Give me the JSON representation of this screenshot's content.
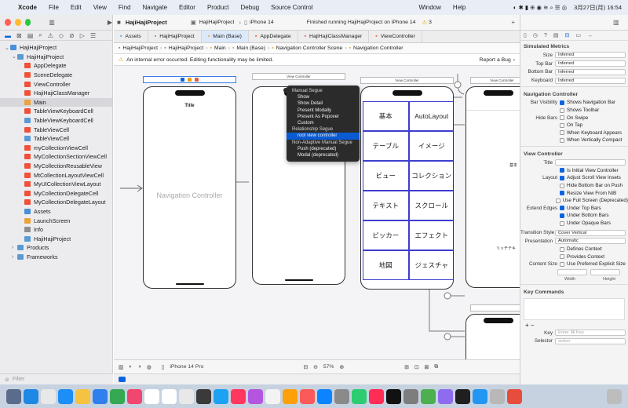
{
  "menubar": {
    "apple": "",
    "items": [
      "Xcode",
      "File",
      "Edit",
      "View",
      "Find",
      "Navigate",
      "Editor",
      "Product",
      "Debug",
      "Source Control",
      "Window",
      "Help"
    ],
    "date_time": "3月27日(月) 16:54"
  },
  "toolbar": {
    "project": "HajiHajiProject",
    "device": "iPhone 14",
    "status": "Finished running HajiHajiProject on iPhone 14",
    "warnings": "3"
  },
  "tabs": [
    "Assets",
    "HajiHajiProject",
    "Main (Base)",
    "AppDelegate",
    "HajiHajiClassManager",
    "ViewController"
  ],
  "breadcrumb": [
    "HajiHajiProject",
    "HajiHajiProject",
    "Main",
    "Main (Base)",
    "Navigation Controller Scene",
    "Navigation Controller"
  ],
  "warning": {
    "text": "An internal error occurred. Editing functionality may be limited.",
    "action": "Report a Bug"
  },
  "navigator": [
    {
      "label": "HajiHajiProject",
      "level": 0,
      "kind": "project"
    },
    {
      "label": "HajiHajiProject",
      "level": 1,
      "kind": "folder"
    },
    {
      "label": "AppDelegate",
      "level": 2,
      "kind": "swift"
    },
    {
      "label": "SceneDelegate",
      "level": 2,
      "kind": "swift"
    },
    {
      "label": "ViewController",
      "level": 2,
      "kind": "swift"
    },
    {
      "label": "HajiHajiClassManager",
      "level": 2,
      "kind": "swift"
    },
    {
      "label": "Main",
      "level": 2,
      "kind": "storyboard"
    },
    {
      "label": "TableViewKeyboardCell",
      "level": 2,
      "kind": "swift"
    },
    {
      "label": "TableViewKeyboardCell",
      "level": 2,
      "kind": "xib"
    },
    {
      "label": "TableViewCell",
      "level": 2,
      "kind": "swift"
    },
    {
      "label": "TableViewCell",
      "level": 2,
      "kind": "xib"
    },
    {
      "label": "myCollectionViewCell",
      "level": 2,
      "kind": "swift"
    },
    {
      "label": "MyCollectionSectionViewCell",
      "level": 2,
      "kind": "swift"
    },
    {
      "label": "MyCollectionReusableView",
      "level": 2,
      "kind": "swift"
    },
    {
      "label": "MtCollectionLayoutViewCell",
      "level": 2,
      "kind": "swift"
    },
    {
      "label": "MyUICollectionViewLayout",
      "level": 2,
      "kind": "swift"
    },
    {
      "label": "MyCollectionDelegateCell",
      "level": 2,
      "kind": "swift"
    },
    {
      "label": "MyCollectionDelegateLayout",
      "level": 2,
      "kind": "swift"
    },
    {
      "label": "Assets",
      "level": 2,
      "kind": "assets"
    },
    {
      "label": "LaunchScreen",
      "level": 2,
      "kind": "storyboard"
    },
    {
      "label": "Info",
      "level": 2,
      "kind": "plist"
    },
    {
      "label": "HajiHajiProject",
      "level": 2,
      "kind": "folder"
    },
    {
      "label": "Products",
      "level": 1,
      "kind": "folder"
    },
    {
      "label": "Frameworks",
      "level": 1,
      "kind": "folder"
    }
  ],
  "filter_placeholder": "Filter",
  "canvas": {
    "scene_titles": [
      "View Controller",
      "View Controller",
      "View Controller"
    ],
    "phone1_title": "Title",
    "nav_controller_label": "Navigation Controller",
    "grid_cells": [
      "基本",
      "AutoLayout",
      "テーブル",
      "イメージ",
      "ビュー",
      "コレクション",
      "テキスト",
      "スクロール",
      "ピッカー",
      "エフェクト",
      "地図",
      "ジェスチャ"
    ],
    "partial_label_1": "基本",
    "partial_label_2": "リッチテキ"
  },
  "context_menu": {
    "sections": [
      {
        "header": "Manual Segue",
        "items": [
          "Show",
          "Show Detail",
          "Present Modally",
          "Present As Popover",
          "Custom"
        ]
      },
      {
        "header": "Relationship Segue",
        "items": [
          "root view controller"
        ]
      },
      {
        "header": "Non-Adaptive Manual Segue",
        "items": [
          "Push (deprecated)",
          "Modal (deprecated)"
        ]
      }
    ],
    "highlighted": "root view controller"
  },
  "bottombar": {
    "device": "iPhone 14 Pro",
    "zoom": "57%"
  },
  "inspector": {
    "simulated_metrics_title": "Simulated Metrics",
    "metrics": [
      {
        "k": "Size",
        "v": "Inferred"
      },
      {
        "k": "Top Bar",
        "v": "Inferred"
      },
      {
        "k": "Bottom Bar",
        "v": "Inferred"
      },
      {
        "k": "Keyboard",
        "v": "Inferred"
      }
    ],
    "nav_controller_title": "Navigation Controller",
    "bar_visibility_label": "Bar Visibility",
    "bar_visibility": [
      {
        "label": "Shows Navigation Bar",
        "checked": true
      },
      {
        "label": "Shows Toolbar",
        "checked": false
      }
    ],
    "hide_bars_label": "Hide Bars",
    "hide_bars": [
      {
        "label": "On Swipe",
        "checked": false
      },
      {
        "label": "On Tap",
        "checked": false
      },
      {
        "label": "When Keyboard Appears",
        "checked": false
      },
      {
        "label": "When Vertically Compact",
        "checked": false
      }
    ],
    "view_controller_title": "View Controller",
    "title_label": "Title",
    "initial_vc": {
      "label": "Is Initial View Controller",
      "checked": true
    },
    "layout_label": "Layout",
    "layout": [
      {
        "label": "Adjust Scroll View Insets",
        "checked": true
      },
      {
        "label": "Hide Bottom Bar on Push",
        "checked": false
      },
      {
        "label": "Resize View From NIB",
        "checked": true
      },
      {
        "label": "Use Full Screen (Deprecated)",
        "checked": false
      }
    ],
    "extend_edges_label": "Extend Edges",
    "extend_edges": [
      {
        "label": "Under Top Bars",
        "checked": true
      },
      {
        "label": "Under Bottom Bars",
        "checked": true
      },
      {
        "label": "Under Opaque Bars",
        "checked": false
      }
    ],
    "transition_style_label": "Transition Style",
    "transition_style": "Cover Vertical",
    "presentation_label": "Presentation",
    "presentation": "Automatic",
    "presentation_opts": [
      {
        "label": "Defines Context",
        "checked": false
      },
      {
        "label": "Provides Context",
        "checked": false
      }
    ],
    "content_size_label": "Content Size",
    "content_size_opt": {
      "label": "Use Preferred Explicit Size",
      "checked": false
    },
    "width_label": "Width",
    "height_label": "Height",
    "key_commands_title": "Key Commands",
    "key_label": "Key",
    "key_placeholder": "Enter ⌘ Key",
    "selector_label": "Selector",
    "selector_placeholder": "action"
  },
  "colors": {
    "accent": "#0a64e0",
    "swift": "#f05138",
    "storyboard": "#e9a43a",
    "folder": "#5a9bd5",
    "segue": "#0a5bd3"
  }
}
